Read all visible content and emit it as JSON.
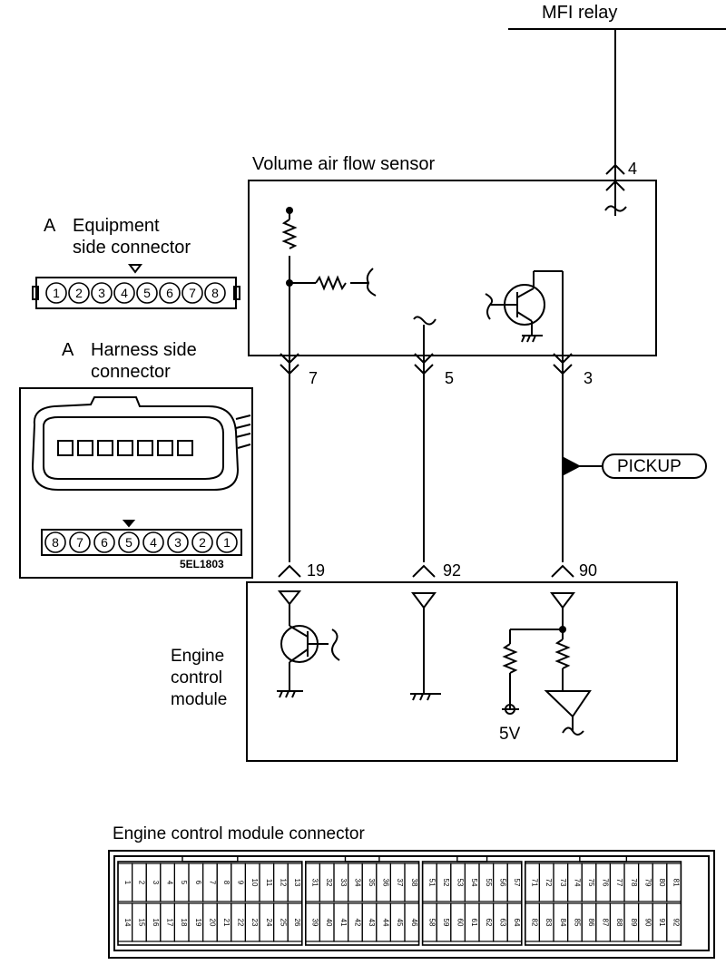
{
  "mfi_relay": {
    "label": "MFI relay",
    "terminal": "4"
  },
  "vaf_sensor": {
    "title": "Volume air flow sensor",
    "terminals": [
      "7",
      "5",
      "3"
    ]
  },
  "equipment_connector": {
    "letter": "A",
    "title_line1": "Equipment",
    "title_line2": "side connector",
    "pins": [
      "1",
      "2",
      "3",
      "4",
      "5",
      "6",
      "7",
      "8"
    ]
  },
  "harness_connector": {
    "letter": "A",
    "title_line1": "Harness side",
    "title_line2": "connector",
    "pins": [
      "8",
      "7",
      "6",
      "5",
      "4",
      "3",
      "2",
      "1"
    ],
    "figure_code": "5EL1803"
  },
  "pickup": {
    "label": "PICKUP"
  },
  "ecm": {
    "label_line1": "Engine",
    "label_line2": "control",
    "label_line3": "module",
    "terminals": [
      "19",
      "92",
      "90"
    ],
    "supply_label": "5V"
  },
  "ecm_connector": {
    "title": "Engine control module connector",
    "blocks": [
      {
        "upper": [
          "1",
          "2",
          "3",
          "4",
          "5",
          "6",
          "7",
          "8",
          "9",
          "10",
          "11",
          "12",
          "13"
        ],
        "lower": [
          "14",
          "15",
          "16",
          "17",
          "18",
          "19",
          "20",
          "21",
          "22",
          "23",
          "24",
          "25",
          "26"
        ]
      },
      {
        "upper": [
          "31",
          "32",
          "33",
          "34",
          "35",
          "36",
          "37",
          "38"
        ],
        "lower": [
          "39",
          "40",
          "41",
          "42",
          "43",
          "44",
          "45",
          "46"
        ]
      },
      {
        "upper": [
          "51",
          "52",
          "53",
          "54",
          "55",
          "56",
          "57"
        ],
        "lower": [
          "58",
          "59",
          "60",
          "61",
          "62",
          "63",
          "64"
        ]
      },
      {
        "upper": [
          "71",
          "72",
          "73",
          "74",
          "75",
          "76",
          "77",
          "78",
          "79",
          "80",
          "81"
        ],
        "lower": [
          "82",
          "83",
          "84",
          "85",
          "86",
          "87",
          "88",
          "89",
          "90",
          "91",
          "92"
        ]
      }
    ]
  }
}
